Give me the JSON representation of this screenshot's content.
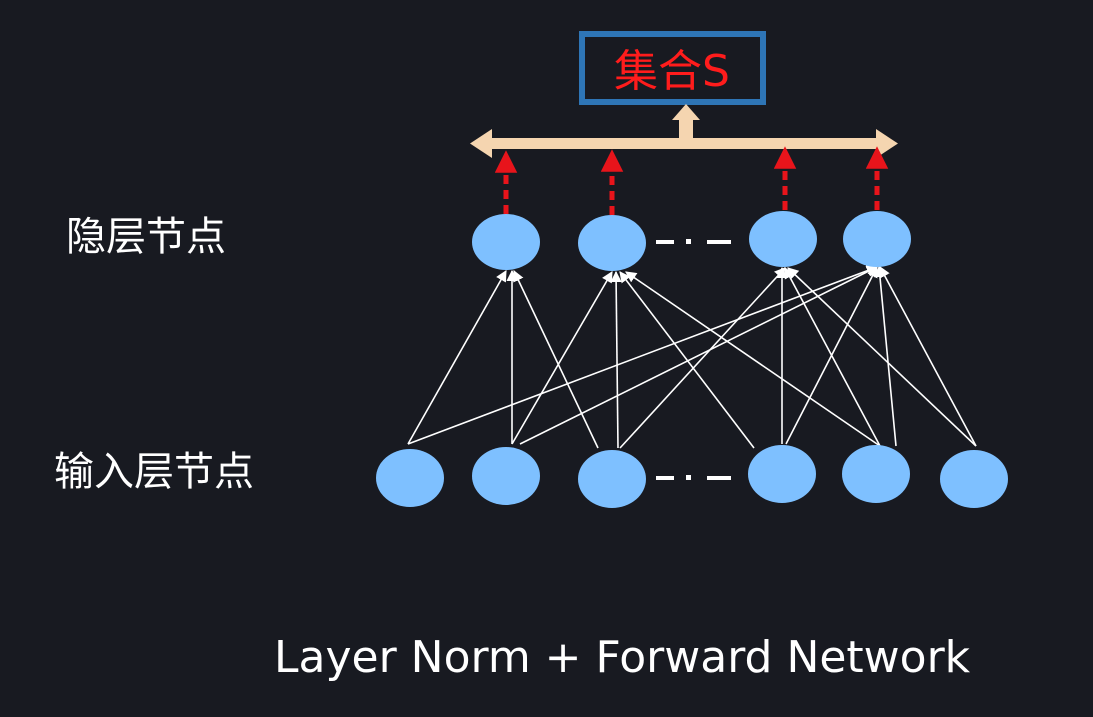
{
  "set_box": {
    "label": "集合S",
    "border_color": "#2e75b6",
    "text_color": "#ff1c1c"
  },
  "labels": {
    "hidden_layer": "隐层节点",
    "input_layer": "输入层节点"
  },
  "caption": "Layer Norm + Forward Network",
  "colors": {
    "background": "#181a21",
    "node_fill": "#7ec0ff",
    "connection": "#ffffff",
    "aggregate_bar": "#f5d5b0",
    "dashed_arrow": "#e8141b"
  }
}
